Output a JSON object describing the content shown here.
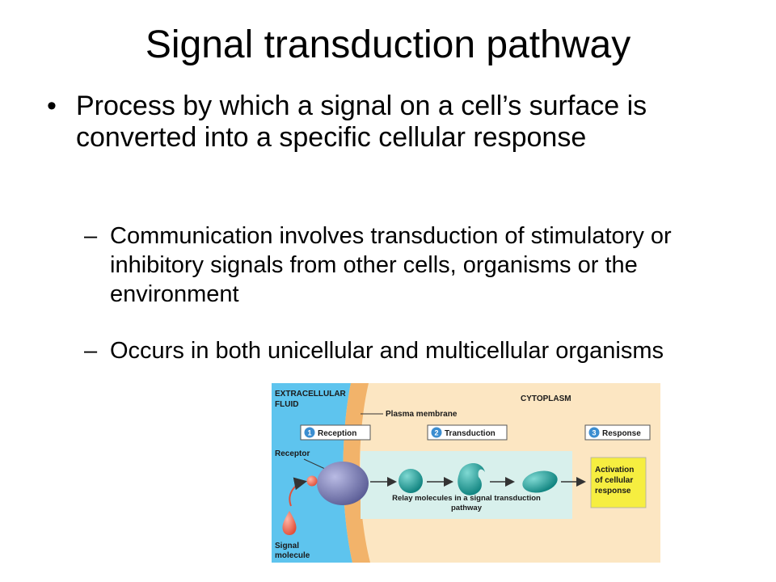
{
  "slide": {
    "title": "Signal transduction pathway",
    "bullet": {
      "mark": "•",
      "text": "Process by which a signal on a cell’s surface is converted into a specific cellular response"
    },
    "sub_bullets": [
      {
        "mark": "–",
        "text": "Communication involves transduction of stimulatory or inhibitory signals from other cells, organisms or the environment"
      },
      {
        "mark": "–",
        "text": "Occurs in both unicellular and multicellular organisms"
      }
    ]
  },
  "figure": {
    "extracellular_line1": "EXTRACELLULAR",
    "extracellular_line2": "FLUID",
    "cytoplasm": "CYTOPLASM",
    "plasma_membrane": "Plasma membrane",
    "stages": [
      {
        "number": "1",
        "label": "Reception"
      },
      {
        "number": "2",
        "label": "Transduction"
      },
      {
        "number": "3",
        "label": "Response"
      }
    ],
    "receptor": "Receptor",
    "relay_line1": "Relay molecules in a signal transduction",
    "relay_line2": "pathway",
    "activation_line1": "Activation",
    "activation_line2": "of cellular",
    "activation_line3": "response",
    "signal_line1": "Signal",
    "signal_line2": "molecule",
    "colors": {
      "extracellular": "#5ec4ee",
      "membrane": "#f2b36a",
      "cytoplasm": "#fce6c2",
      "relay_panel": "#d8f0ec",
      "stage_number": "#3b8dd0",
      "receptor": "#7d7fb5",
      "signal": "#ee6a56",
      "relay_molecule": "#1fa7a2",
      "activation_box": "#f6ee40"
    }
  }
}
